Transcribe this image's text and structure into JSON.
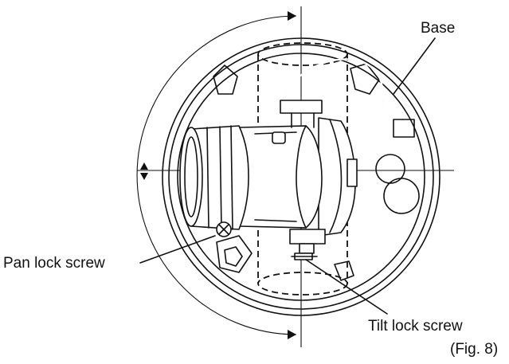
{
  "figure": {
    "labels": {
      "base": "Base",
      "pan_lock_screw": "Pan lock screw",
      "tilt_lock_screw": "Tilt lock screw",
      "fig_number": "(Fig. 8)"
    },
    "colors": {
      "line": "#111111",
      "background": "#ffffff"
    }
  }
}
